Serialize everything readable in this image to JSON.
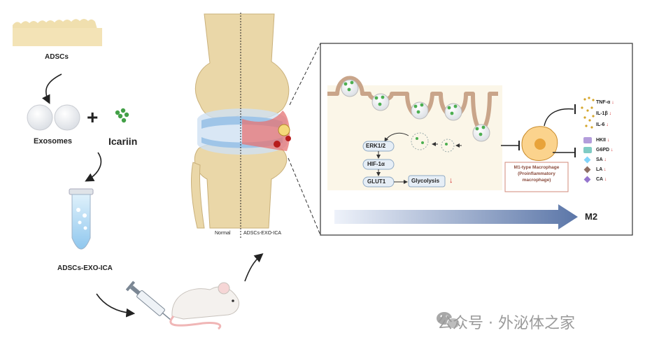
{
  "left_panel": {
    "adscs_label": "ADSCs",
    "exosomes_label": "Exosomes",
    "plus_sign": "+",
    "icariin_label": "Icariin",
    "tube_label": "ADSCs-EXO-ICA"
  },
  "joint": {
    "normal_label": "Normal",
    "treated_label": "ADSCs-EXO-ICA"
  },
  "detail_panel": {
    "pathway": [
      "ERK1/2",
      "HIF-1α",
      "GLUT1"
    ],
    "glycolysis_label": "Glycolysis",
    "macrophage_caption": [
      "M1-type Macrophage",
      "(Proinflammatory",
      "macrophage)"
    ],
    "markers": [
      {
        "label": "TNF-α",
        "icon": "cytokine-dots"
      },
      {
        "label": "IL-1β",
        "icon": "cytokine-dots"
      },
      {
        "label": "IL-6",
        "icon": "cytokine-dots"
      },
      {
        "label": "HKII",
        "icon": "enzyme-purple"
      },
      {
        "label": "G6PD",
        "icon": "enzyme-teal"
      },
      {
        "label": "SA",
        "icon": "diamond-lightblue"
      },
      {
        "label": "LA",
        "icon": "diamond-brown"
      },
      {
        "label": "CA",
        "icon": "diamond-purple"
      }
    ],
    "down_arrow": "↓",
    "m2_label": "M2"
  },
  "watermark": "公众号 · 外泌体之家",
  "colors": {
    "arrow_blue": "#5b76a8",
    "decrease_red": "#d12b2b",
    "panel_bg": "#fbf6e8",
    "exosome_green": "#4caf50"
  }
}
